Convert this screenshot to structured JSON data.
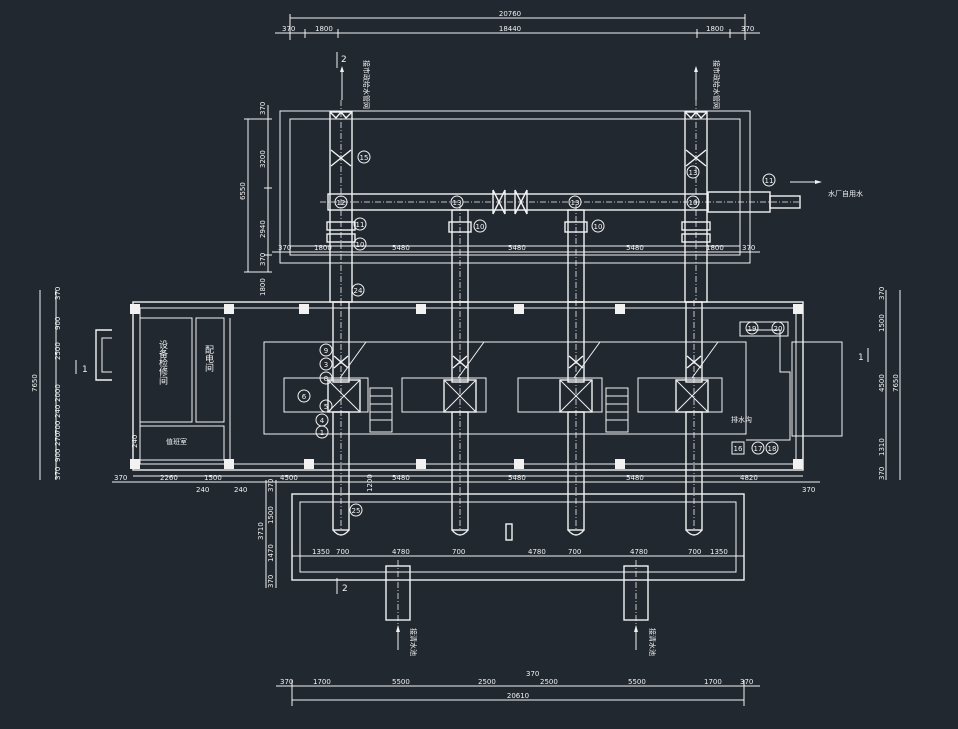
{
  "drawing": {
    "title_bar": {
      "overall_width_label": "20760"
    },
    "top_dims": [
      "370",
      "1800",
      "18440",
      "1800",
      "370"
    ],
    "bottom_dims": [
      "370",
      "1700",
      "5500",
      "2500",
      "370",
      "2500",
      "5500",
      "1700",
      "370"
    ],
    "bottom_total": "20610",
    "lower_dims": [
      "1350",
      "700",
      "4780",
      "700",
      "4780",
      "700",
      "4780",
      "700",
      "1350"
    ],
    "upper_dims": [
      "370",
      "1800",
      "5480",
      "5480",
      "5480",
      "1800",
      "370"
    ],
    "floor_dims": [
      "370",
      "2260",
      "1500",
      "4500",
      "5480",
      "5480",
      "5480",
      "4820",
      "370"
    ],
    "floor_sub_dims": [
      "240",
      "240"
    ],
    "left_vdims": [
      "370",
      "3200",
      "6550",
      "2940",
      "370",
      "1800"
    ],
    "left_floor_vdims": [
      "370",
      "900",
      "2500",
      "7650",
      "2000",
      "240",
      "700",
      "270",
      "900",
      "370"
    ],
    "right_vdims": [
      "370",
      "1500",
      "4500",
      "7650",
      "1310",
      "370"
    ],
    "lower_left_vdims": [
      "370",
      "1500",
      "3710",
      "1470",
      "370"
    ],
    "misc_dims": [
      "1200",
      "240"
    ],
    "section_marks": {
      "two_top": "2",
      "two_bottom": "2",
      "one_left": "1",
      "one_right": "1"
    },
    "rooms": {
      "repair": "设备检修间",
      "distribution": "配电间",
      "duty": "值班室",
      "drain_pit": "排水沟"
    },
    "labels": {
      "plant_water": "水厂自用水",
      "outlet_left": "接市政给水管网",
      "outlet_right": "接市政给水管网",
      "inlet_left": "接清水池",
      "inlet_right": "接清水池"
    },
    "callouts": [
      "15",
      "11",
      "12",
      "11",
      "10",
      "10",
      "10",
      "10",
      "13",
      "13",
      "13",
      "24",
      "9",
      "3",
      "8",
      "6",
      "4",
      "5",
      "1",
      "25",
      "19",
      "20",
      "16",
      "17",
      "18"
    ]
  }
}
